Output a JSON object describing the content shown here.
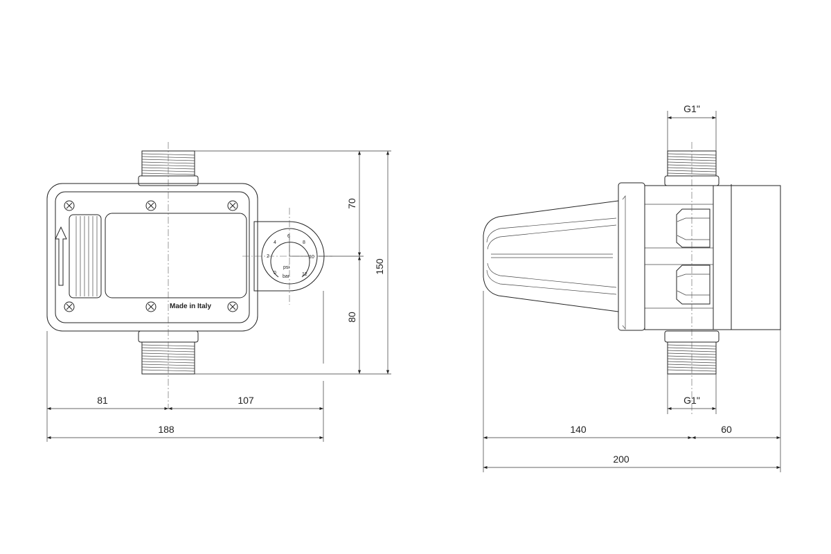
{
  "front_view": {
    "label": "Made in Italy",
    "gauge": {
      "units": [
        "psi",
        "bar"
      ],
      "scale": [
        "0",
        "2",
        "4",
        "6",
        "8",
        "10",
        "12"
      ]
    },
    "dimensions": {
      "upper_height": "70",
      "lower_height": "80",
      "total_height": "150",
      "left_width": "81",
      "right_width": "107",
      "total_width": "188"
    }
  },
  "side_view": {
    "dimensions": {
      "thread_top": "G1\"",
      "thread_bottom": "G1\"",
      "knob_length": "140",
      "body_length": "60",
      "total_length": "200"
    }
  }
}
